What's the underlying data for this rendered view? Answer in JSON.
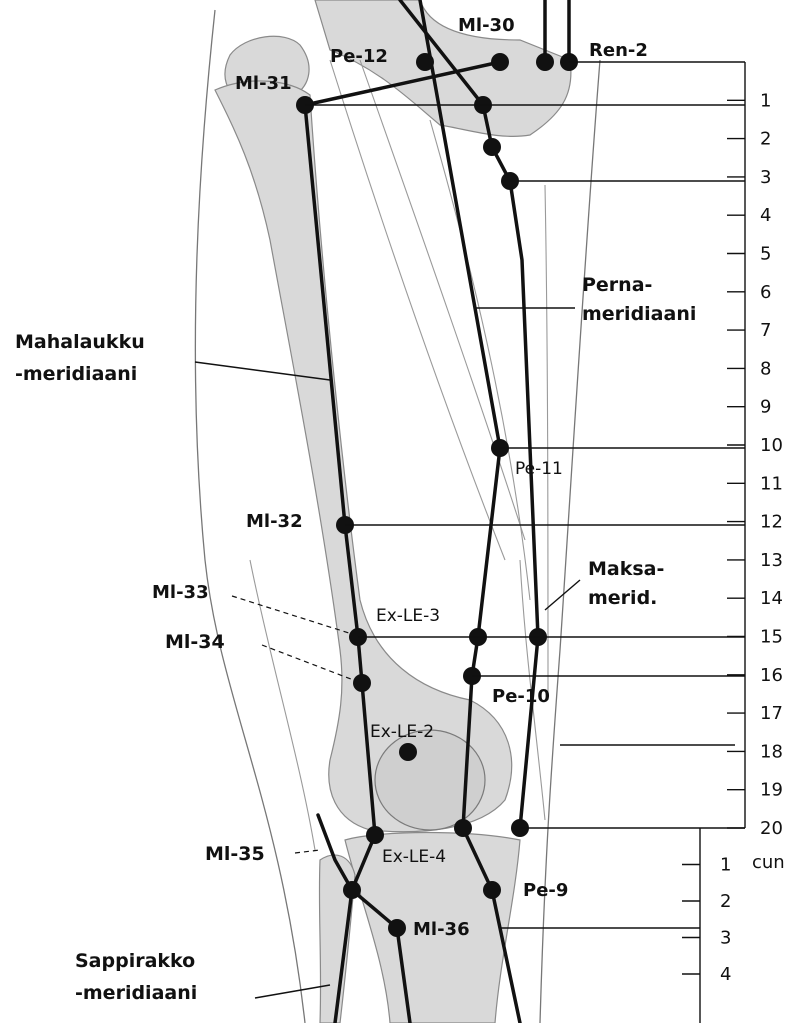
{
  "meridians": {
    "stomach": {
      "line1": "Mahalaukku",
      "line2": "-meridiaani"
    },
    "spleen": {
      "line1": "Perna-",
      "line2": "meridiaani"
    },
    "liver": {
      "line1": "Maksa-",
      "line2": "merid."
    },
    "gallbladder": {
      "line1": "Sappirakko",
      "line2": "-meridiaani"
    }
  },
  "points": {
    "ml30": "Ml-30",
    "ren2": "Ren-2",
    "pe12": "Pe-12",
    "ml31": "Ml-31",
    "pe11": "Pe-11",
    "ml32": "Ml-32",
    "ml33": "Ml-33",
    "ml34": "Ml-34",
    "exle3": "Ex-LE-3",
    "pe10": "Pe-10",
    "exle2": "Ex-LE-2",
    "ml35": "Ml-35",
    "exle4": "Ex-LE-4",
    "pe9": "Pe-9",
    "ml36": "Ml-36"
  },
  "scales": {
    "thigh": [
      "1",
      "2",
      "3",
      "4",
      "5",
      "6",
      "7",
      "8",
      "9",
      "10",
      "11",
      "12",
      "13",
      "14",
      "15",
      "16",
      "17",
      "18",
      "19",
      "20"
    ],
    "leg": [
      "1",
      "2",
      "3",
      "4"
    ],
    "unit": "cun"
  },
  "colors": {
    "ink": "#111111",
    "bone": "#d9d9d9",
    "outline": "#8a8a8a"
  }
}
